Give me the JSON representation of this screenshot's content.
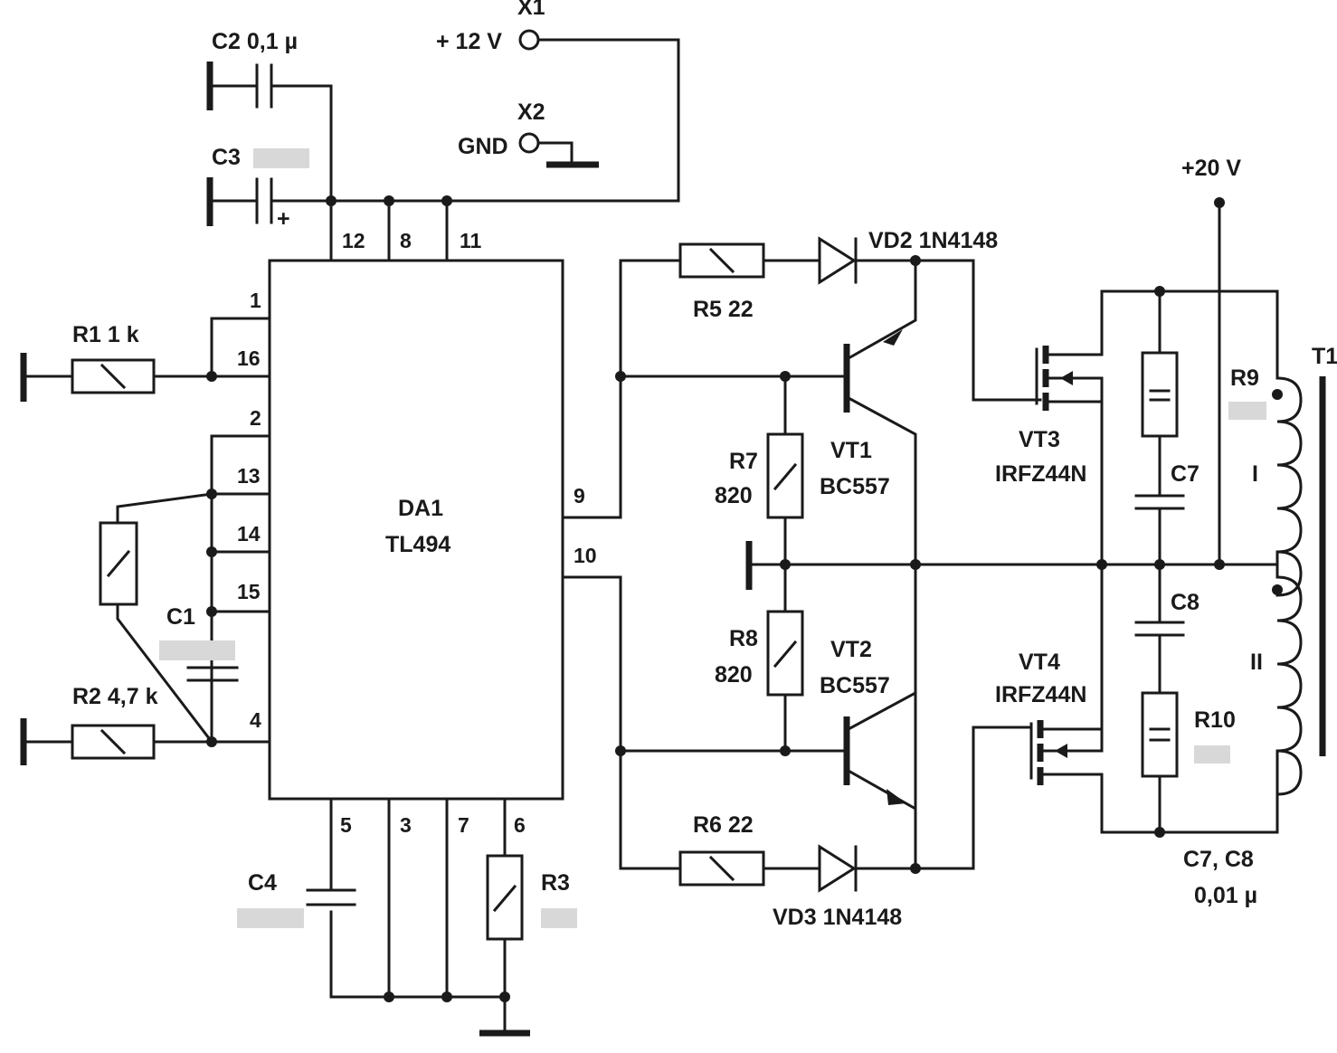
{
  "colors": {
    "ink": "#1a1a1a",
    "background": "#ffffff"
  },
  "connectors": {
    "x1": {
      "ref": "X1",
      "label": "+ 12 V"
    },
    "x2": {
      "ref": "X2",
      "label": "GND"
    },
    "supply20": {
      "label": "+20 V"
    }
  },
  "ic": {
    "ref": "DA1",
    "part": "TL494"
  },
  "pins": {
    "p1": "1",
    "p16": "16",
    "p2": "2",
    "p13": "13",
    "p14": "14",
    "p15": "15",
    "p4": "4",
    "p12": "12",
    "p8": "8",
    "p11": "11",
    "p9": "9",
    "p10": "10",
    "p5": "5",
    "p3": "3",
    "p7": "7",
    "p6": "6"
  },
  "components": {
    "c2": "C2 0,1 µ",
    "c3": "C3",
    "c3_polarity": "+",
    "r1": "R1 1 k",
    "r2": "R2 4,7 k",
    "c1": "C1",
    "c4": "C4",
    "r3": "R3",
    "r5": "R5 22",
    "r6": "R6 22",
    "vd2": "VD2 1N4148",
    "vd3": "VD3 1N4148",
    "r7_ref": "R7",
    "r7_val": "820",
    "r8_ref": "R8",
    "r8_val": "820",
    "vt1_ref": "VT1",
    "vt1_part": "BC557",
    "vt2_ref": "VT2",
    "vt2_part": "BC557",
    "vt3_ref": "VT3",
    "vt3_part": "IRFZ44N",
    "vt4_ref": "VT4",
    "vt4_part": "IRFZ44N",
    "c7": "C7",
    "c8": "C8",
    "r9": "R9",
    "r10": "R10",
    "t1": "T1",
    "winding1": "I",
    "winding2": "II",
    "c7c8_ref": "C7, C8",
    "c7c8_val": "0,01 µ"
  }
}
